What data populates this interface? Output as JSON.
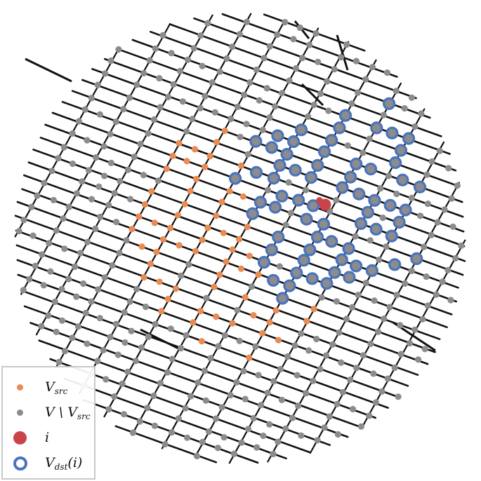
{
  "colors": {
    "edge": "#111111",
    "other_node": "#8c8c8c",
    "src_node": "#e98b52",
    "target_node": "#c9444a",
    "dst_ring": "#4a73bd",
    "dst_fill": "#8c8c8c"
  },
  "legend": {
    "items": [
      {
        "id": "src",
        "main": "V",
        "sub": "src",
        "suffix": ""
      },
      {
        "id": "other",
        "main": "V \\ V",
        "sub": "src",
        "suffix": ""
      },
      {
        "id": "target",
        "main": "i",
        "sub": "",
        "suffix": ""
      },
      {
        "id": "dst",
        "main": "V",
        "sub": "dst",
        "suffix": "(i)"
      }
    ]
  },
  "graph": {
    "description_visible": false
  }
}
